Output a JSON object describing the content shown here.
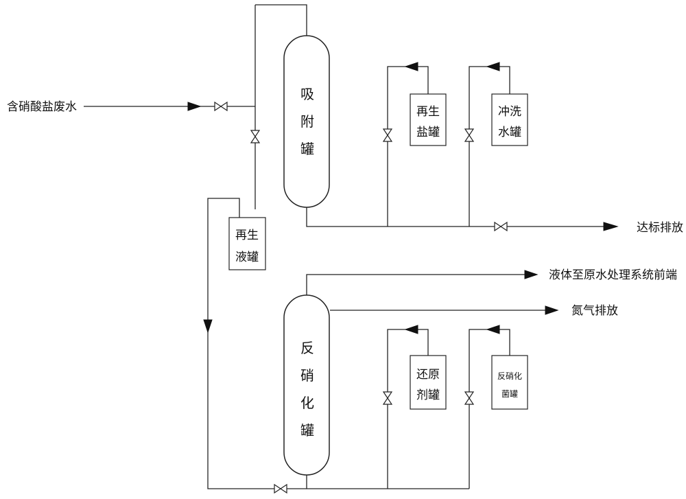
{
  "inputs": {
    "nitrate_wastewater": "含硝酸盐废水"
  },
  "outputs": {
    "compliant_discharge": "达标排放",
    "liquid_to_pretreatment": "液体至原水处理系统前端",
    "nitrogen_discharge": "氮气排放"
  },
  "vessels": {
    "adsorption_tank": [
      "吸",
      "附",
      "罐"
    ],
    "denitrification_tank": [
      "反",
      "硝",
      "化",
      "罐"
    ]
  },
  "tanks": {
    "regen_salt_tank": [
      "再生",
      "盐罐"
    ],
    "rinse_water_tank": [
      "冲洗",
      "水罐"
    ],
    "regen_liquid_tank": [
      "再生",
      "液罐"
    ],
    "reductant_tank": [
      "还原",
      "剂罐"
    ],
    "denitrifying_bacteria_tank": [
      "反硝化",
      "菌罐"
    ]
  }
}
